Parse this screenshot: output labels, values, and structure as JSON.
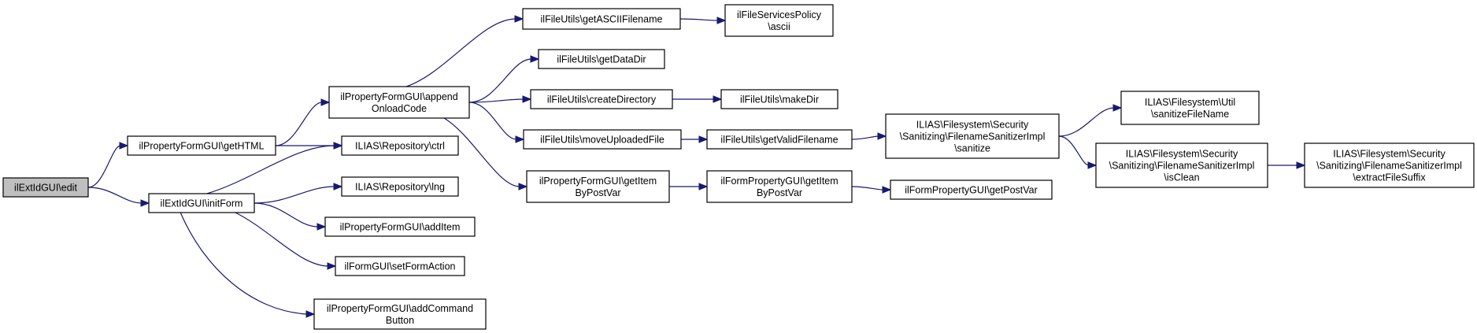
{
  "graph": {
    "root": "n_edit",
    "nodes": [
      {
        "id": "n_edit",
        "lines": [
          "ilExtIdGUI\\edit"
        ],
        "highlight": true
      },
      {
        "id": "n_getHTML",
        "lines": [
          "ilPropertyFormGUI\\getHTML"
        ]
      },
      {
        "id": "n_initForm",
        "lines": [
          "ilExtIdGUI\\initForm"
        ]
      },
      {
        "id": "n_appendOnload",
        "lines": [
          "ilPropertyFormGUI\\append",
          "OnloadCode"
        ]
      },
      {
        "id": "n_ctrl",
        "lines": [
          "ILIAS\\Repository\\ctrl"
        ]
      },
      {
        "id": "n_lng",
        "lines": [
          "ILIAS\\Repository\\lng"
        ]
      },
      {
        "id": "n_addItem",
        "lines": [
          "ilPropertyFormGUI\\addItem"
        ]
      },
      {
        "id": "n_setFormAction",
        "lines": [
          "ilFormGUI\\setFormAction"
        ]
      },
      {
        "id": "n_addCommandButton",
        "lines": [
          "ilPropertyFormGUI\\addCommand",
          "Button"
        ]
      },
      {
        "id": "n_getASCII",
        "lines": [
          "ilFileUtils\\getASCIIFilename"
        ]
      },
      {
        "id": "n_getDataDir",
        "lines": [
          "ilFileUtils\\getDataDir"
        ]
      },
      {
        "id": "n_createDirectory",
        "lines": [
          "ilFileUtils\\createDirectory"
        ]
      },
      {
        "id": "n_moveUploaded",
        "lines": [
          "ilFileUtils\\moveUploadedFile"
        ]
      },
      {
        "id": "n_pfgGetItem",
        "lines": [
          "ilPropertyFormGUI\\getItem",
          "ByPostVar"
        ]
      },
      {
        "id": "n_ascii",
        "lines": [
          "ilFileServicesPolicy",
          "\\ascii"
        ]
      },
      {
        "id": "n_makeDir",
        "lines": [
          "ilFileUtils\\makeDir"
        ]
      },
      {
        "id": "n_getValidFilename",
        "lines": [
          "ilFileUtils\\getValidFilename"
        ]
      },
      {
        "id": "n_fpgGetItem",
        "lines": [
          "ilFormPropertyGUI\\getItem",
          "ByPostVar"
        ]
      },
      {
        "id": "n_sanitize",
        "lines": [
          "ILIAS\\Filesystem\\Security",
          "\\Sanitizing\\FilenameSanitizerImpl",
          "\\sanitize"
        ]
      },
      {
        "id": "n_getPostVar",
        "lines": [
          "ilFormPropertyGUI\\getPostVar"
        ]
      },
      {
        "id": "n_sanitizeFileName",
        "lines": [
          "ILIAS\\Filesystem\\Util",
          "\\sanitizeFileName"
        ]
      },
      {
        "id": "n_isClean",
        "lines": [
          "ILIAS\\Filesystem\\Security",
          "\\Sanitizing\\FilenameSanitizerImpl",
          "\\isClean"
        ]
      },
      {
        "id": "n_extractSuffix",
        "lines": [
          "ILIAS\\Filesystem\\Security",
          "\\Sanitizing\\FilenameSanitizerImpl",
          "\\extractFileSuffix"
        ]
      }
    ],
    "edges": [
      [
        "n_edit",
        "n_getHTML"
      ],
      [
        "n_edit",
        "n_initForm"
      ],
      [
        "n_getHTML",
        "n_appendOnload"
      ],
      [
        "n_getHTML",
        "n_ctrl"
      ],
      [
        "n_initForm",
        "n_ctrl"
      ],
      [
        "n_initForm",
        "n_lng"
      ],
      [
        "n_initForm",
        "n_addItem"
      ],
      [
        "n_initForm",
        "n_setFormAction"
      ],
      [
        "n_initForm",
        "n_addCommandButton"
      ],
      [
        "n_appendOnload",
        "n_getASCII"
      ],
      [
        "n_appendOnload",
        "n_getDataDir"
      ],
      [
        "n_appendOnload",
        "n_createDirectory"
      ],
      [
        "n_appendOnload",
        "n_moveUploaded"
      ],
      [
        "n_appendOnload",
        "n_pfgGetItem"
      ],
      [
        "n_getASCII",
        "n_ascii"
      ],
      [
        "n_createDirectory",
        "n_makeDir"
      ],
      [
        "n_moveUploaded",
        "n_getValidFilename"
      ],
      [
        "n_getValidFilename",
        "n_sanitize"
      ],
      [
        "n_pfgGetItem",
        "n_fpgGetItem"
      ],
      [
        "n_fpgGetItem",
        "n_getPostVar"
      ],
      [
        "n_sanitize",
        "n_sanitizeFileName"
      ],
      [
        "n_sanitize",
        "n_isClean"
      ],
      [
        "n_isClean",
        "n_extractSuffix"
      ]
    ]
  }
}
